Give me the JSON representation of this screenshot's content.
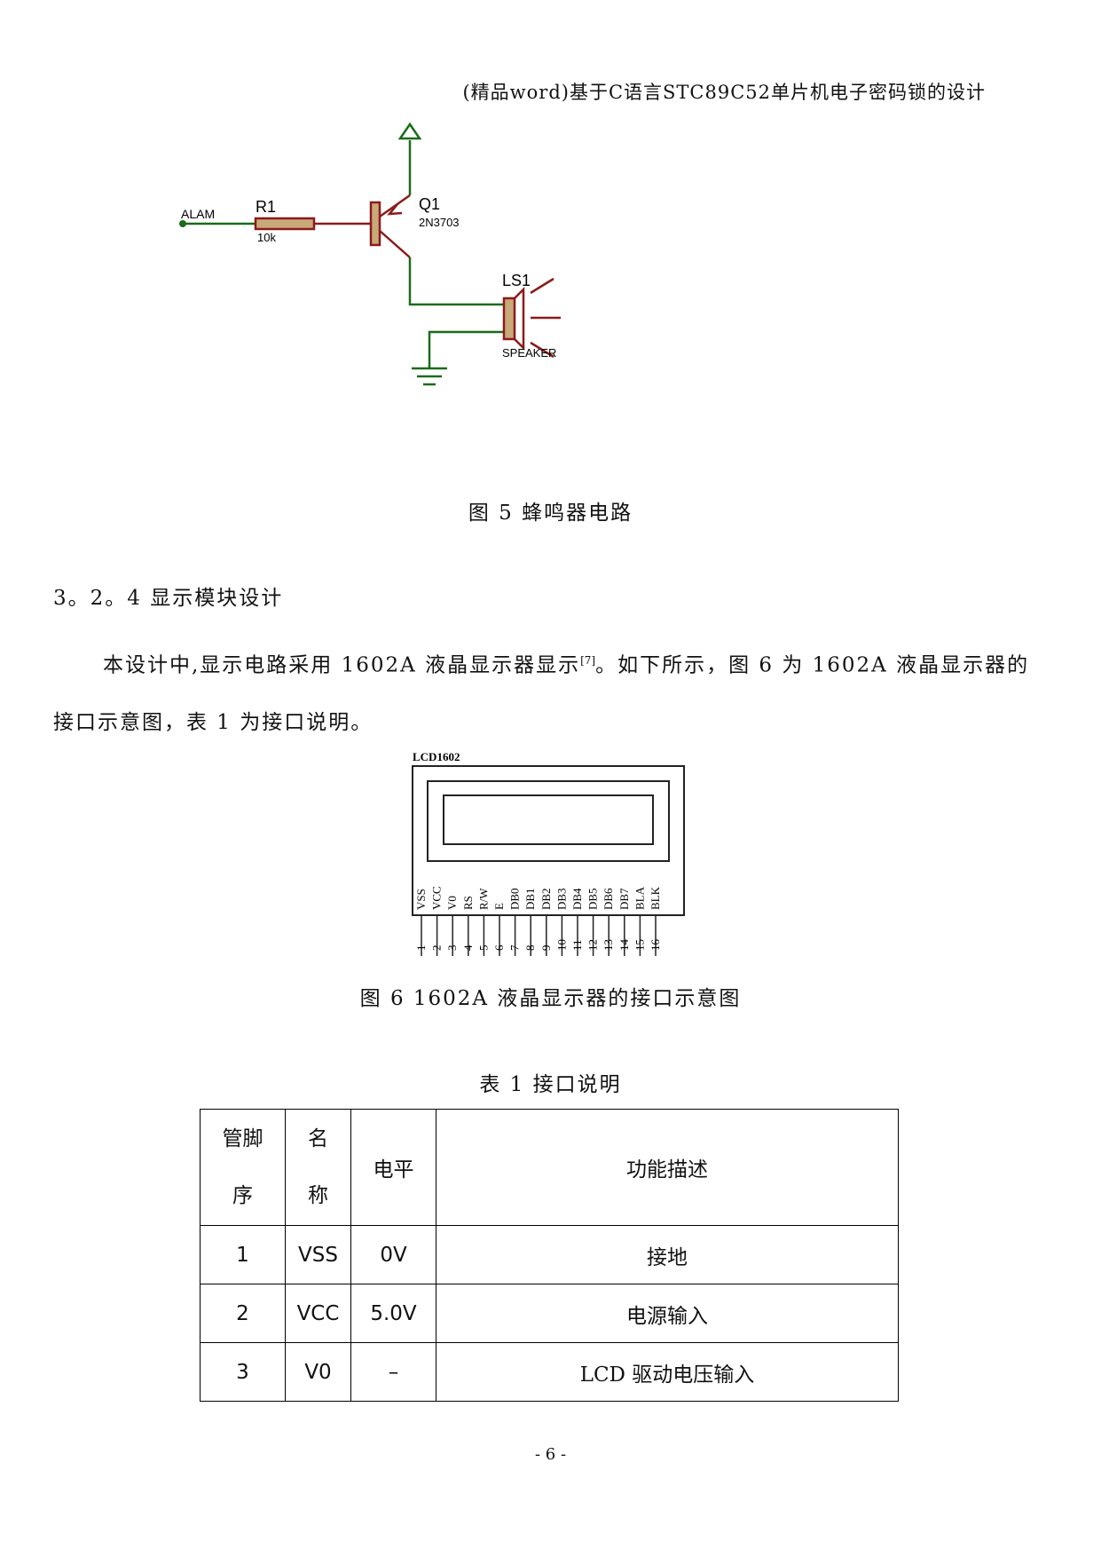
{
  "header": "(精品word)基于C语言STC89C52单片机电子密码锁的设计",
  "fig5": {
    "alam": "ALAM",
    "r1": "R1",
    "r1_value": "10k",
    "q1": "Q1",
    "q1_part": "2N3703",
    "ls1": "LS1",
    "speaker": "SPEAKER",
    "caption": "图 5   蜂鸣器电路",
    "colors": {
      "wire": "#1a6b1a",
      "component": "#8b1a1a",
      "body": "#c8a97a"
    }
  },
  "section_title": "3。2。4 显示模块设计",
  "paragraph": {
    "before_ref": "本设计中,显示电路采用 1602A 液晶显示器显示",
    "ref": "[7]",
    "after_ref": "。如下所示，图 6 为 1602A 液晶显示器的接口示意图，表 1 为接口说明。"
  },
  "fig6": {
    "title": "LCD1602",
    "pin_names": [
      "VSS",
      "VCC",
      "V0",
      "RS",
      "R/W",
      "E",
      "DB0",
      "DB1",
      "DB2",
      "DB3",
      "DB4",
      "DB5",
      "DB6",
      "DB7",
      "BLA",
      "BLK"
    ],
    "pin_numbers": [
      "1",
      "2",
      "3",
      "4",
      "5",
      "6",
      "7",
      "8",
      "9",
      "10",
      "11",
      "12",
      "13",
      "14",
      "15",
      "16"
    ],
    "caption": "图 6   1602A 液晶显示器的接口示意图"
  },
  "table": {
    "caption": "表 1   接口说明",
    "headers": {
      "pin_a": "管脚",
      "pin_b": "序",
      "name_a": "名",
      "name_b": "称",
      "level": "电平",
      "desc": "功能描述"
    },
    "rows": [
      {
        "pin": "1",
        "name": "VSS",
        "level": "0V",
        "desc": "接地"
      },
      {
        "pin": "2",
        "name": "VCC",
        "level": "5.0V",
        "desc": "电源输入"
      },
      {
        "pin": "3",
        "name": "V0",
        "level": "–",
        "desc": "LCD 驱动电压输入"
      }
    ]
  },
  "page_number": "- 6 -"
}
